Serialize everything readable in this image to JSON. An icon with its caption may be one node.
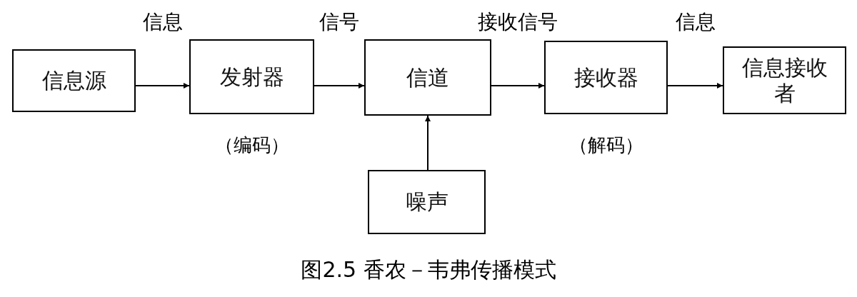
{
  "diagram": {
    "caption": "图2.5 香农－韦弗传播模式",
    "nodes": [
      {
        "text": [
          "信息源"
        ]
      },
      {
        "text": [
          "发射器"
        ],
        "beside": [
          "（编码）"
        ]
      },
      {
        "text": [
          "信道"
        ]
      },
      {
        "text": [
          "接收器"
        ],
        "beside": [
          "（解码）"
        ]
      },
      {
        "text": [
          "信息接收者"
        ]
      },
      {
        "text": [
          "噪声"
        ]
      }
    ],
    "edges": [
      {
        "from": 0,
        "to": 1,
        "arrow": "to",
        "label": "信息"
      },
      {
        "from": 1,
        "to": 2,
        "arrow": "to",
        "label": "信号"
      },
      {
        "from": 2,
        "to": 3,
        "arrow": "to",
        "label": "接收信号"
      },
      {
        "from": 3,
        "to": 4,
        "arrow": "to",
        "label": "信息"
      },
      {
        "from": 5,
        "to": 2,
        "arrow": "to"
      }
    ]
  }
}
